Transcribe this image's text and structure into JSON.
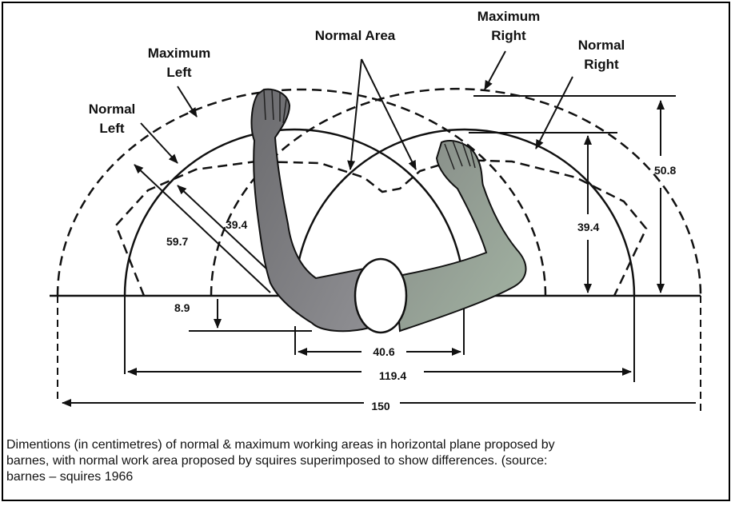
{
  "labels": {
    "normal_area": "Normal Area",
    "maximum_right": [
      "Maximum",
      "Right"
    ],
    "normal_right": [
      "Normal",
      "Right"
    ],
    "maximum_left": [
      "Maximum",
      "Left"
    ],
    "normal_left": [
      "Normal",
      "Left"
    ]
  },
  "dimensions": {
    "d_50_8": "50.8",
    "d_39_4_right": "39.4",
    "d_39_4_left": "39.4",
    "d_59_7": "59.7",
    "d_8_9": "8.9",
    "d_40_6": "40.6",
    "d_119_4": "119.4",
    "d_150": "150"
  },
  "caption": [
    "Dimentions (in centimetres) of normal & maximum working areas in horizontal plane proposed by",
    "barnes, with normal work area proposed by squires superimposed to show differences. (source:",
    "barnes – squires 1966"
  ],
  "colors": {
    "line": "#111111",
    "arm_dark": "#6e6e70",
    "arm_light": "#9aa89a",
    "head": "#ffffff"
  }
}
